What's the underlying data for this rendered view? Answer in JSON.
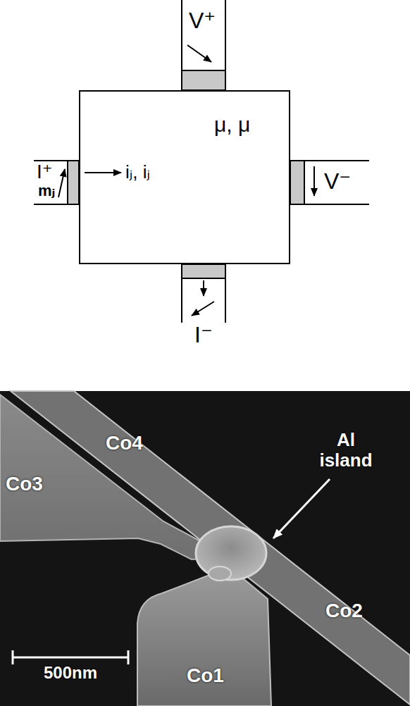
{
  "diagram": {
    "nodes": [
      {
        "text": [
          "μ, μ",
          "iⱼ, iⱼ"
        ]
      }
    ],
    "labels": [
      "V⁺",
      "I⁺",
      "mⱼ",
      "V⁻",
      "I⁻",
      "Co4",
      "Co3",
      "Al island",
      "Co2",
      "Co1",
      "500nm"
    ]
  }
}
